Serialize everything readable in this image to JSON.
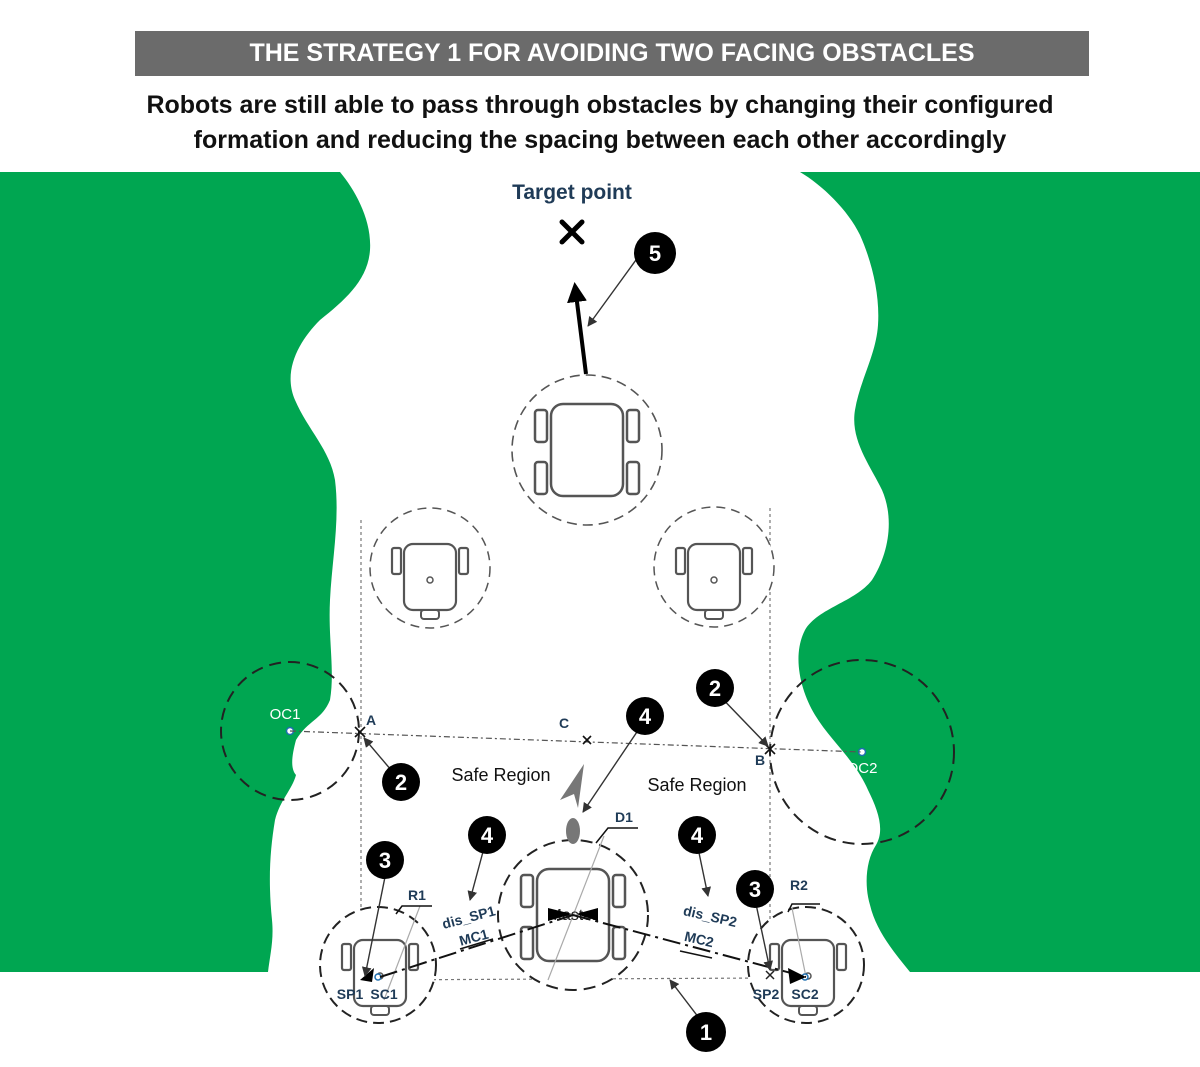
{
  "header": {
    "title": "THE STRATEGY 1 FOR AVOIDING TWO FACING OBSTACLES",
    "subtitle_line1": "Robots are still able to pass through obstacles by changing their configured",
    "subtitle_line2": "formation and reducing the spacing between each other accordingly"
  },
  "colors": {
    "obstacle": "#00a651",
    "banner": "#6b6b6b",
    "label": "#1f3b57",
    "badge": "#000000"
  },
  "labels": {
    "target": "Target point",
    "oc1": "OC1",
    "oc2": "OC2",
    "a": "A",
    "b": "B",
    "c": "C",
    "safe_left": "Safe Region",
    "safe_right": "Safe Region",
    "d1": "D1",
    "master": "Master",
    "r1": "R1",
    "r2": "R2",
    "dis_sp1": "dis_SP1",
    "dis_sp2": "dis_SP2",
    "mc1": "MC1",
    "mc2": "MC2",
    "sp1": "SP1",
    "sc1": "SC1",
    "sp2": "SP2",
    "sc2": "SC2"
  },
  "badges": {
    "b1": "1",
    "b2_top": "2",
    "b2_bottom": "2",
    "b3_left": "3",
    "b3_right": "3",
    "b4_top": "4",
    "b4_left": "4",
    "b4_right": "4",
    "b5": "5"
  }
}
